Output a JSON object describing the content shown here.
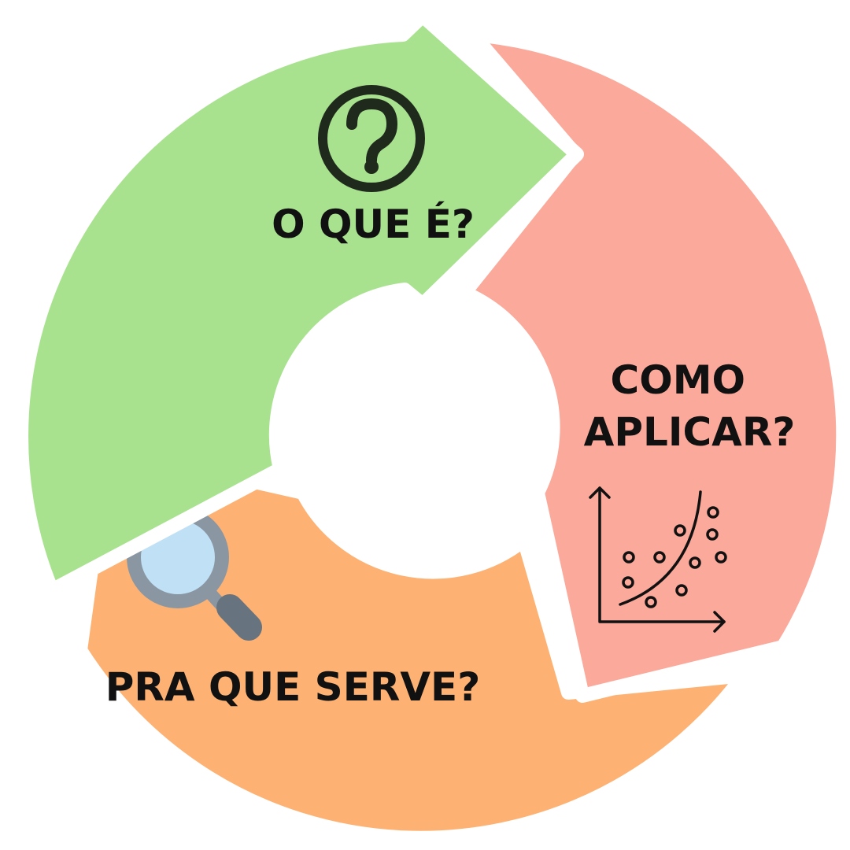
{
  "segments": [
    {
      "id": "what-is",
      "label_lines": [
        "O QUE É?"
      ],
      "color": "#a8e28f",
      "icon": "question-mark-icon"
    },
    {
      "id": "how-to-apply",
      "label_lines": [
        "COMO",
        "APLICAR?"
      ],
      "color": "#fba99a",
      "icon": "scatter-plot-icon"
    },
    {
      "id": "what-for",
      "label_lines": [
        "PRA QUE SERVE?"
      ],
      "color": "#fdb273",
      "icon": "magnifying-glass-icon"
    }
  ],
  "colors": {
    "label_text": "#111111",
    "gap": "#ffffff",
    "question_icon": "#1f2a1c",
    "magnifier_frame": "#8a97a3",
    "magnifier_lens": "#bfe0f5",
    "magnifier_handle": "#67737e"
  }
}
